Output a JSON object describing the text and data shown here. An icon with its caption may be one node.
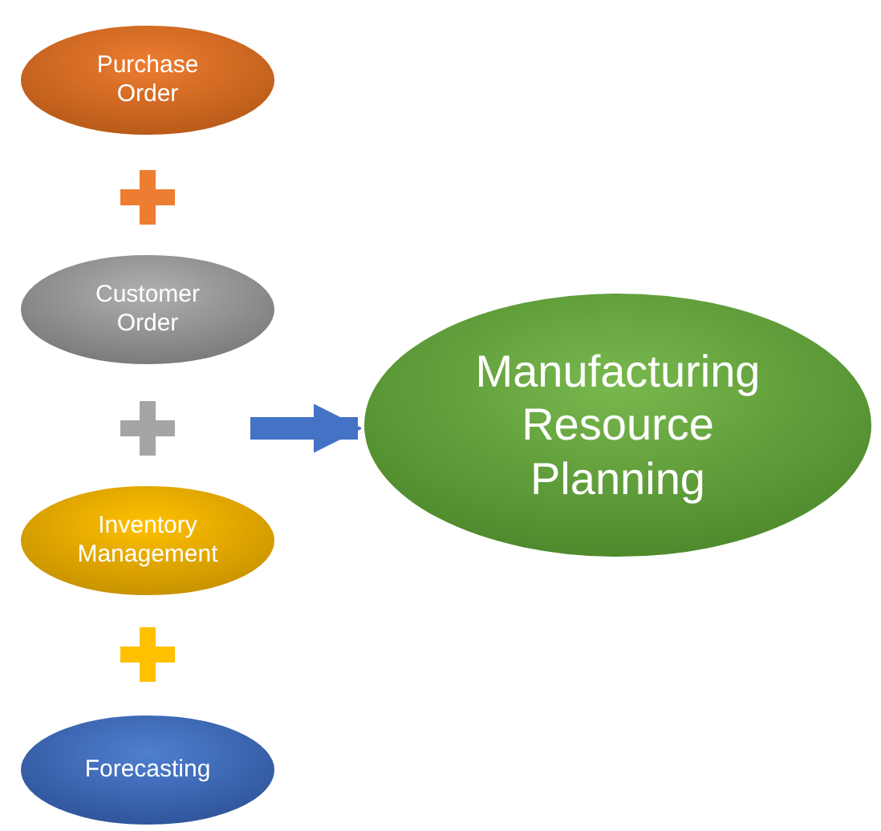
{
  "diagram": {
    "nodes": [
      {
        "text": [
          "Purchase Order"
        ]
      },
      {
        "text": [
          "Customer Order"
        ]
      },
      {
        "text": [
          "Inventory Management"
        ]
      },
      {
        "text": [
          "Forecasting"
        ]
      },
      {
        "text": [
          "Manufacturing Resource Planning"
        ]
      }
    ],
    "edges": [
      {
        "from": null,
        "to": 4,
        "arrow": "to"
      }
    ]
  }
}
